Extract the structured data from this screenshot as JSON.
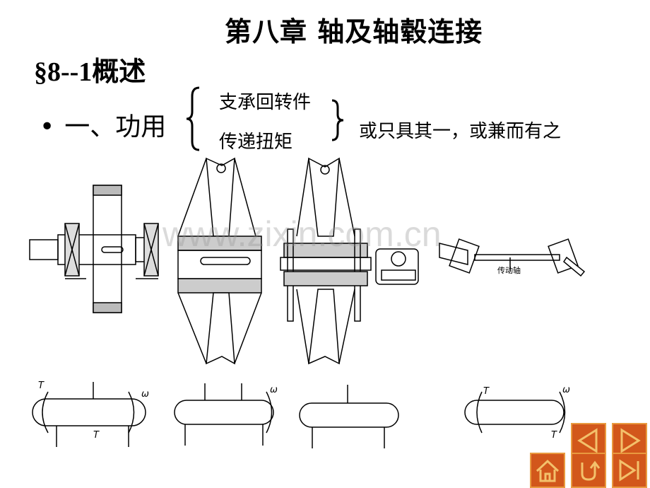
{
  "slide": {
    "title": "第八章 轴及轴毂连接",
    "section": "§8--1概述",
    "bullet": {
      "label": "一、功用",
      "options": [
        "支承回转件",
        "传递扭矩"
      ],
      "suffix": "或只具其一，或兼而有之"
    }
  },
  "figure": {
    "shaft_label": "传动轴",
    "symbols": {
      "torque": "T",
      "omega": "ω"
    },
    "watermark": "www.zixin.com.cn"
  },
  "nav": {
    "buttons": [
      {
        "name": "prev-button",
        "icon": "triangle-left-icon"
      },
      {
        "name": "next-button",
        "icon": "triangle-right-icon"
      },
      {
        "name": "home-button",
        "icon": "home-icon"
      },
      {
        "name": "return-button",
        "icon": "return-arrow-icon"
      },
      {
        "name": "last-button",
        "icon": "skip-end-icon"
      }
    ],
    "colors": {
      "fill": "#d2571b",
      "border": "#e99a3f"
    }
  }
}
